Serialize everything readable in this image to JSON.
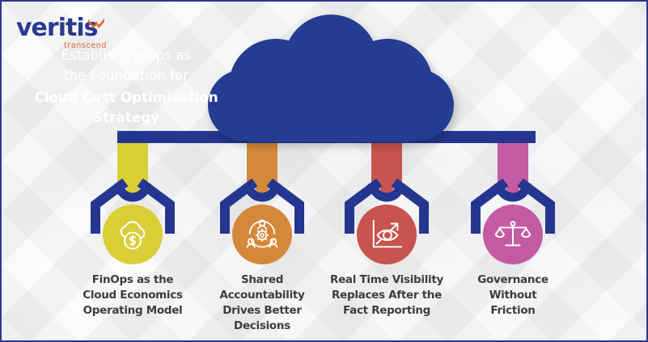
{
  "brand": {
    "name": "veritis",
    "tagline": "transcend",
    "logo_navy": "#2a3a8f",
    "logo_orange": "#e4622a",
    "swoosh_icon": "veritis-swoosh-icon"
  },
  "theme": {
    "primary_blue": "#24368f",
    "cloud_blue": "#253c93",
    "border_blue": "#2a3a8f",
    "caption_gray": "#3d3d3d",
    "background": "#fbfbfc"
  },
  "headline": {
    "line1": "Establish FinOps as",
    "line2": "the Foundation for",
    "line3": "Cloud Cost Optimization",
    "line4": "Strategy"
  },
  "pillars": [
    {
      "id": "finops-operating-model",
      "color": "#d9ce36",
      "icon": "cloud-dollar-icon",
      "caption_line1": "FinOps as the",
      "caption_line2": "Cloud Economics",
      "caption_line3": "Operating Model"
    },
    {
      "id": "shared-accountability",
      "color": "#d4883a",
      "icon": "team-collaboration-icon",
      "caption_line1": "Shared",
      "caption_line2": "Accountability",
      "caption_line3": "Drives Better",
      "caption_line4": "Decisions"
    },
    {
      "id": "real-time-visibility",
      "color": "#c8544f",
      "icon": "eye-chart-icon",
      "caption_line1": "Real Time Visibility",
      "caption_line2": "Replaces After the",
      "caption_line3": "Fact Reporting"
    },
    {
      "id": "governance-without-friction",
      "color": "#c35ba2",
      "icon": "balance-scale-icon",
      "caption_line1": "Governance",
      "caption_line2": "Without",
      "caption_line3": "Friction"
    }
  ]
}
